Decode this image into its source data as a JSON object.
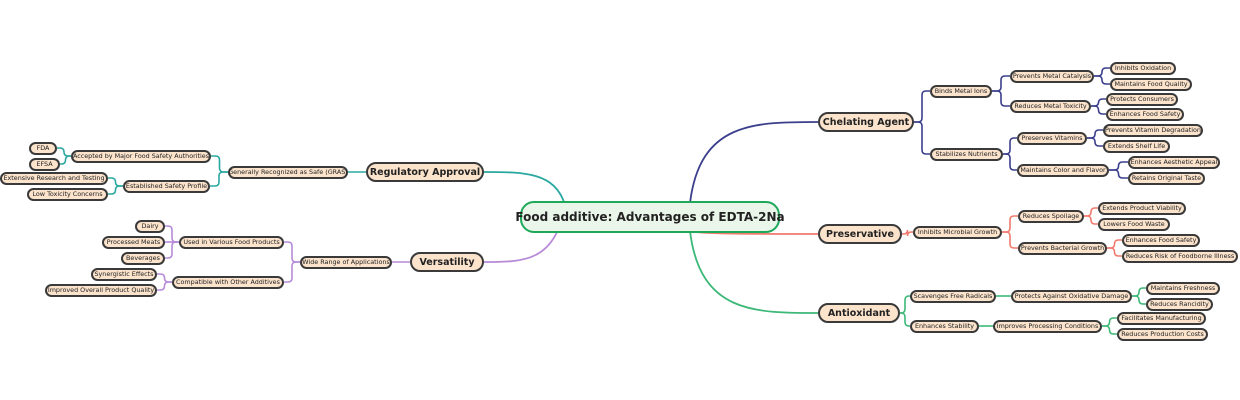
{
  "root": {
    "label": "Food additive: Advantages of EDTA-2Na"
  },
  "colors": {
    "node_fill": "#fbe3cc",
    "node_border": "#3a3a3a",
    "root_border": "#1ea85a"
  },
  "branches": [
    {
      "label": "Chelating Agent",
      "color": "#3b3f8c",
      "side": "right",
      "children": [
        {
          "label": "Binds Metal Ions",
          "children": [
            {
              "label": "Prevents Metal Catalysis",
              "children": [
                {
                  "label": "Inhibits Oxidation"
                },
                {
                  "label": "Maintains Food Quality"
                }
              ]
            },
            {
              "label": "Reduces Metal Toxicity",
              "children": [
                {
                  "label": "Protects Consumers"
                },
                {
                  "label": "Enhances Food Safety"
                }
              ]
            }
          ]
        },
        {
          "label": "Stabilizes Nutrients",
          "children": [
            {
              "label": "Preserves Vitamins",
              "children": [
                {
                  "label": "Prevents Vitamin Degradation"
                },
                {
                  "label": "Extends Shelf Life"
                }
              ]
            },
            {
              "label": "Maintains Color and Flavor",
              "children": [
                {
                  "label": "Enhances Aesthetic Appeal"
                },
                {
                  "label": "Retains Original Taste"
                }
              ]
            }
          ]
        }
      ]
    },
    {
      "label": "Preservative",
      "color": "#f07a6e",
      "side": "right",
      "children": [
        {
          "label": "Inhibits Microbial Growth",
          "children": [
            {
              "label": "Reduces Spoilage",
              "children": [
                {
                  "label": "Extends Product Viability"
                },
                {
                  "label": "Lowers Food Waste"
                }
              ]
            },
            {
              "label": "Prevents Bacterial Growth",
              "children": [
                {
                  "label": "Enhances Food Safety"
                },
                {
                  "label": "Reduces Risk of Foodborne Illness"
                }
              ]
            }
          ]
        }
      ]
    },
    {
      "label": "Antioxidant",
      "color": "#3cb878",
      "side": "right",
      "children": [
        {
          "label": "Scavenges Free Radicals",
          "children": [
            {
              "label": "Protects Against Oxidative Damage",
              "children": [
                {
                  "label": "Maintains Freshness"
                },
                {
                  "label": "Reduces Rancidity"
                }
              ]
            }
          ]
        },
        {
          "label": "Enhances Stability",
          "children": [
            {
              "label": "Improves Processing Conditions",
              "children": [
                {
                  "label": "Facilitates Manufacturing"
                },
                {
                  "label": "Reduces Production Costs"
                }
              ]
            }
          ]
        }
      ]
    },
    {
      "label": "Regulatory Approval",
      "color": "#2aa8a0",
      "side": "left",
      "children": [
        {
          "label": "Generally Recognized as Safe (GRAS)",
          "children": [
            {
              "label": "Accepted by Major Food Safety Authorities",
              "children": [
                {
                  "label": "FDA"
                },
                {
                  "label": "EFSA"
                }
              ]
            },
            {
              "label": "Established Safety Profile",
              "children": [
                {
                  "label": "Extensive Research and Testing"
                },
                {
                  "label": "Low Toxicity Concerns"
                }
              ]
            }
          ]
        }
      ]
    },
    {
      "label": "Versatility",
      "color": "#b78ad8",
      "side": "left",
      "children": [
        {
          "label": "Wide Range of Applications",
          "children": [
            {
              "label": "Used in Various Food Products",
              "children": [
                {
                  "label": "Dairy"
                },
                {
                  "label": "Processed Meats"
                },
                {
                  "label": "Beverages"
                }
              ]
            },
            {
              "label": "Compatible with Other Additives",
              "children": [
                {
                  "label": "Synergistic Effects"
                },
                {
                  "label": "Improved Overall Product Quality"
                }
              ]
            }
          ]
        }
      ]
    }
  ]
}
